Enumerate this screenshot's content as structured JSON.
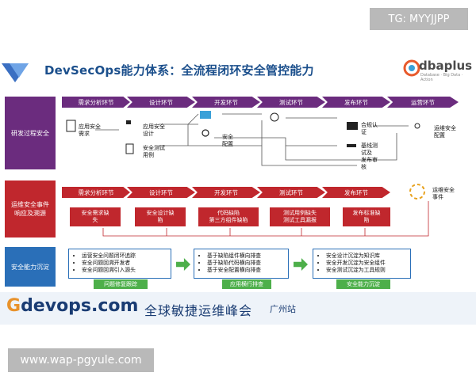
{
  "watermarks": {
    "top_right": "TG: MYYJJPP",
    "bottom_left": "www.wap-pgyule.com"
  },
  "slide": {
    "title": "DevSecOps能力体系：全流程闭环安全管控能力",
    "logo": {
      "name": "dbaplus",
      "tagline": "Database · Big Data · Action"
    },
    "rows": [
      {
        "label": "研发过程安全",
        "color": "#6b2c7e"
      },
      {
        "label": "运维安全事件\n响应及溯源",
        "color": "#c0272d"
      },
      {
        "label": "安全能力沉淀",
        "color": "#2a6fb8"
      }
    ],
    "dev_phases": [
      "需求分析环节",
      "设计环节",
      "开发环节",
      "测试环节",
      "发布环节",
      "运营环节"
    ],
    "dev_items": {
      "req": "应用安全\n需求",
      "design1": "应用安全\n设计",
      "design2": "安全测试\n用例",
      "dev": "安全\n配置",
      "release1": "合规认\n证",
      "release2": "基线测\n试及\n发布审\n核",
      "ops": "运维安全\n配置"
    },
    "ops_phases": [
      "需求分析环节",
      "设计环节",
      "开发环节",
      "测试环节",
      "发布环节"
    ],
    "ops_items": [
      "安全需求缺\n失",
      "安全设计缺\n陷",
      "代码缺陷\n第三方组件缺陷",
      "测试用例缺失\n测试工具漏报",
      "发布标准缺\n陷"
    ],
    "ops_event": "运维安全\n事件",
    "sink_groups": [
      {
        "items": [
          "运营安全问题闭环追踪",
          "安全问题回溯开发者",
          "安全问题回溯引入源头"
        ],
        "label": "问题修复跟踪"
      },
      {
        "items": [
          "基于缺陷组件横向排查",
          "基于缺陷代码横向排查",
          "基于安全配置横向排查"
        ],
        "label": "应用横行排查"
      },
      {
        "items": [
          "安全设计沉淀为知识库",
          "安全开发沉淀为安全组件",
          "安全测试沉淀为工具规则"
        ],
        "label": "安全能力沉淀"
      }
    ],
    "banner": {
      "brand_g": "G",
      "brand_rest": "devops.com",
      "slogan": "全球敏捷运维峰会",
      "city": "广州站"
    },
    "colors": {
      "purple": "#6b2c7e",
      "red": "#c0272d",
      "blue": "#2a6fb8",
      "green": "#4daf4a",
      "navy": "#1a3c73"
    }
  }
}
